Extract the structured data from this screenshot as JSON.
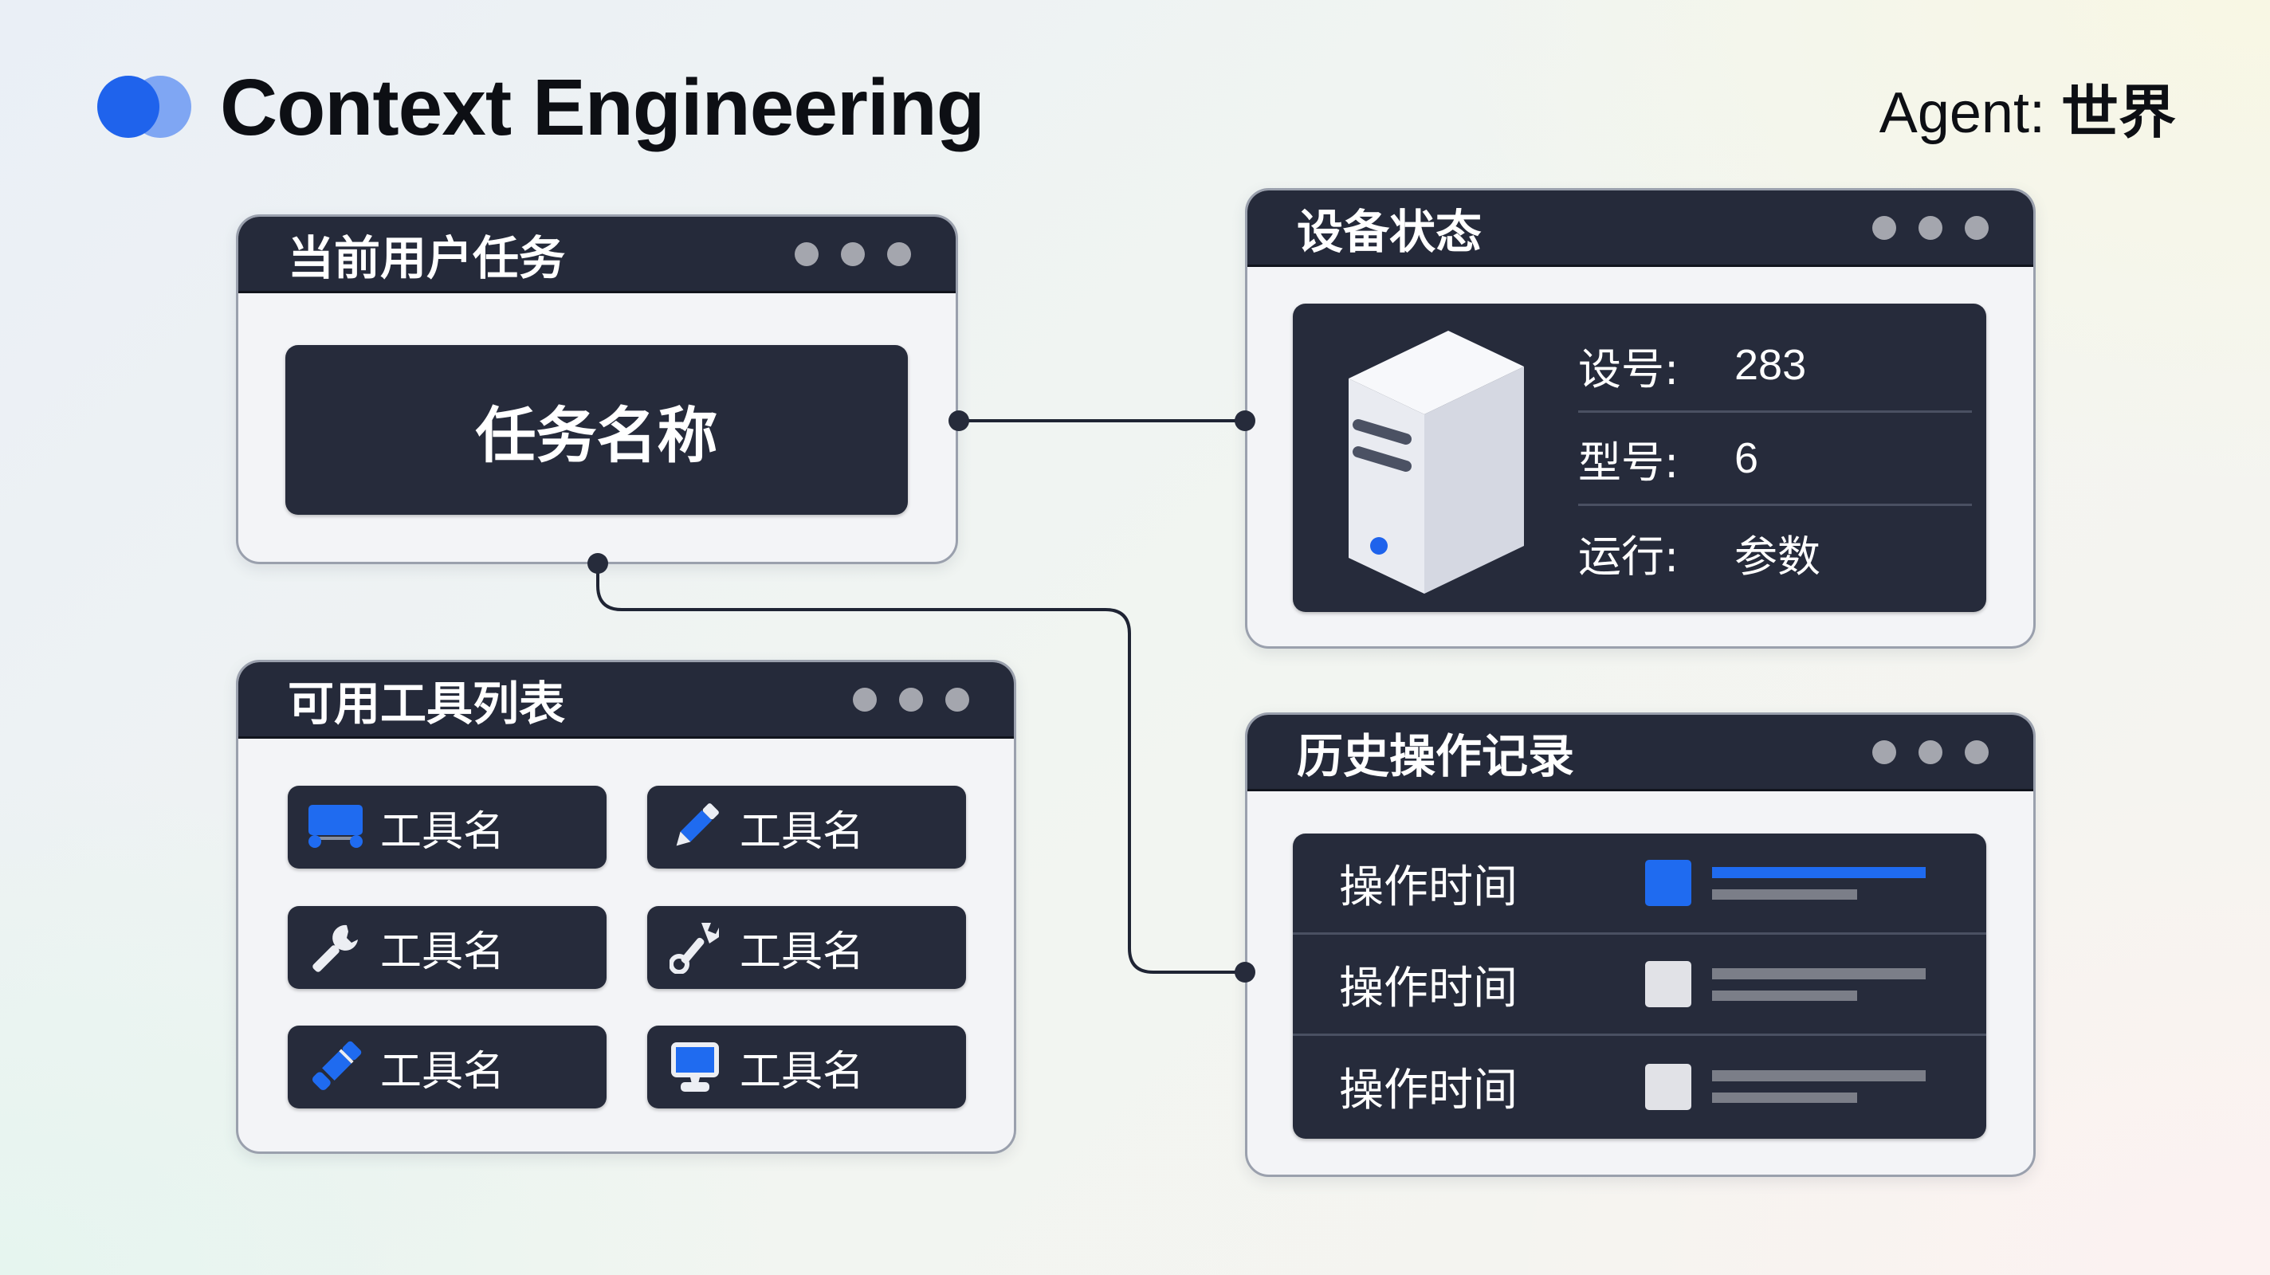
{
  "header": {
    "title": "Context Engineering",
    "logo_icon": "overlapping-circles-logo",
    "agent_label": "Agent:",
    "agent_value": "世界"
  },
  "colors": {
    "accent_blue": "#1f63ec",
    "accent_blue_light": "#7fa6f3",
    "panel_dark": "#262b3b",
    "window_header": "#252a3a",
    "window_body": "#f3f4f7",
    "connector": "#1f2434"
  },
  "task_panel": {
    "title": "当前用户任务",
    "task_name": "任务名称"
  },
  "device_panel": {
    "title": "设备状态",
    "device_icon": "server-tower-icon",
    "rows": [
      {
        "label": "设号:",
        "value": "283"
      },
      {
        "label": "型号:",
        "value": "6"
      },
      {
        "label": "运行:",
        "value": "参数"
      }
    ]
  },
  "tools_panel": {
    "title": "可用工具列表",
    "tools": [
      {
        "icon": "cart-icon",
        "label": "工具名"
      },
      {
        "icon": "pencil-icon",
        "label": "工具名"
      },
      {
        "icon": "wrench-icon",
        "label": "工具名"
      },
      {
        "icon": "wrench-icon",
        "label": "工具名"
      },
      {
        "icon": "marker-icon",
        "label": "工具名"
      },
      {
        "icon": "monitor-icon",
        "label": "工具名"
      }
    ]
  },
  "history_panel": {
    "title": "历史操作记录",
    "rows": [
      {
        "time": "操作时间",
        "active": true
      },
      {
        "time": "操作时间",
        "active": false
      },
      {
        "time": "操作时间",
        "active": false
      }
    ]
  }
}
